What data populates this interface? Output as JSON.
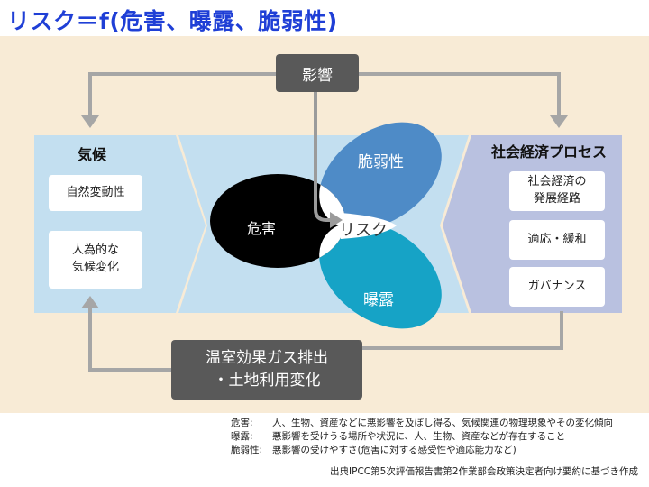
{
  "title": "リスク＝f(危害、曝露、脆弱性)",
  "climate": {
    "heading": "気候",
    "items": [
      "自然変動性",
      "人為的な\n気候変化"
    ]
  },
  "socio": {
    "heading": "社会経済プロセス",
    "items": [
      "社会経済の\n発展経路",
      "適応・緩和",
      "ガバナンス"
    ]
  },
  "impact_label": "影響",
  "emissions_label": "温室効果ガス排出\n・土地利用変化",
  "hazard_label": "危害",
  "vulnerability_label": "脆弱性",
  "exposure_label": "曝露",
  "risk_label": "リスク",
  "legend": [
    {
      "term": "危害:",
      "desc": "人、生物、資産などに悪影響を及ぼし得る、気候関連の物理現象やその変化傾向"
    },
    {
      "term": "曝露:",
      "desc": "悪影響を受けうる場所や状況に、人、生物、資産などが存在すること"
    },
    {
      "term": "脆弱性:",
      "desc": "悪影響の受けやすさ(危害に対する感受性や適応能力など)"
    }
  ],
  "source": "出典IPCC第5次評価報告書第2作業部会政策決定者向け要約に基づき作成",
  "colors": {
    "title": "#1f3fd6",
    "panel_bg": "#f8ebd6",
    "climate_band": "#c3dff0",
    "socio_band": "#b9c1e0",
    "hazard": "#000000",
    "vulnerability": "#4e8bc7",
    "exposure": "#16a3c6",
    "dark_box": "#595959",
    "arrow": "#a6a6a6"
  }
}
